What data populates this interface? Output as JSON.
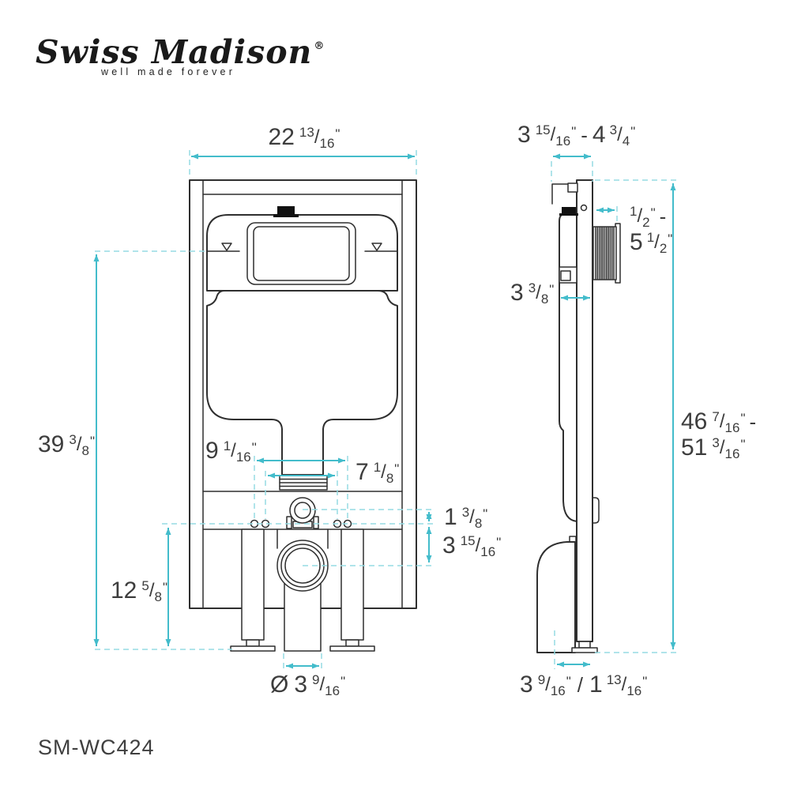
{
  "logo": {
    "brand": "Swiss Madison",
    "registered": "®",
    "tagline": "well made forever"
  },
  "model_number": "SM-WC424",
  "colors": {
    "dimension_line": "#43bccb",
    "dimension_extension_dash": "#96dbe3",
    "line_art": "#2f2f2f",
    "label_text": "#3d3d3d",
    "background": "#ffffff"
  },
  "dims": {
    "front_width": {
      "whole": "22",
      "num": "13",
      "slash": "/",
      "den": "16",
      "unit": "\""
    },
    "front_height": {
      "whole": "39",
      "num": "3",
      "slash": "/",
      "den": "8",
      "unit": "\""
    },
    "bolt_spacing_outer": {
      "whole": "9",
      "num": "1",
      "slash": "/",
      "den": "16",
      "unit": "\""
    },
    "bolt_spacing_inner": {
      "whole": "7",
      "num": "1",
      "slash": "/",
      "den": "8",
      "unit": "\""
    },
    "hole_offset": {
      "whole": "1",
      "num": "3",
      "slash": "/",
      "den": "8",
      "unit": "\""
    },
    "drain_offset": {
      "whole": "3",
      "num": "15",
      "slash": "/",
      "den": "16",
      "unit": "\""
    },
    "outlet_height": {
      "whole": "12",
      "num": "5",
      "slash": "/",
      "den": "8",
      "unit": "\""
    },
    "drain_diameter": {
      "prefix": "Ø",
      "whole": "3",
      "num": "9",
      "slash": "/",
      "den": "16",
      "unit": "\""
    },
    "frame_depth_range": {
      "w1": "3",
      "n1": "15",
      "s1": "/",
      "d1": "16",
      "u1": "\"",
      "sep": "-",
      "w2": "4",
      "n2": "3",
      "s2": "/",
      "d2": "4",
      "u2": "\""
    },
    "actuator_depth_line1": {
      "n1": "1",
      "s1": "/",
      "d1": "2",
      "u1": "\"",
      "sep": "-"
    },
    "actuator_depth_line2": {
      "w1": "5",
      "n1": "1",
      "s1": "/",
      "d1": "2",
      "u1": "\""
    },
    "tank_depth": {
      "whole": "3",
      "num": "3",
      "slash": "/",
      "den": "8",
      "unit": "\""
    },
    "install_height_line1": {
      "w1": "46",
      "n1": "7",
      "s1": "/",
      "d1": "16",
      "u1": "\"",
      "sep": "-"
    },
    "install_height_line2": {
      "w1": "51",
      "n1": "3",
      "s1": "/",
      "d1": "16",
      "u1": "\""
    },
    "outlet_depth_range": {
      "w1": "3",
      "n1": "9",
      "s1": "/",
      "d1": "16",
      "u1": "\"",
      "sep": "/",
      "w2": "1",
      "n2": "13",
      "s2": "/",
      "d2": "16",
      "u2": "\""
    }
  }
}
